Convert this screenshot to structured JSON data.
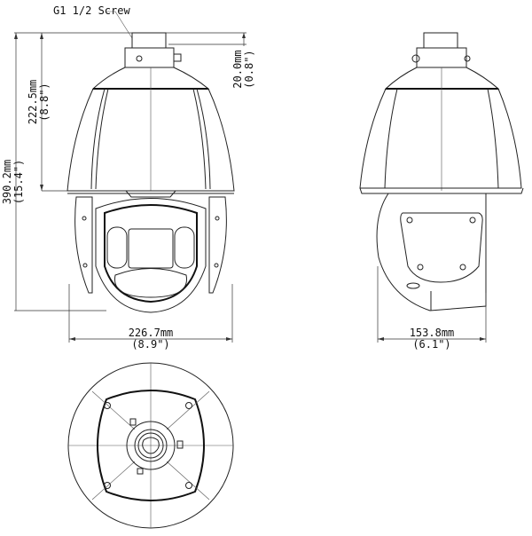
{
  "diagram": {
    "callout": {
      "screw_label": "G1 1/2 Screw"
    },
    "front_view": {
      "height_total": {
        "mm": "390.2mm",
        "inch": "(15.4\")"
      },
      "height_upper": {
        "mm": "222.5mm",
        "inch": "(8.8\")"
      },
      "mount_height": {
        "mm": "20.0mm",
        "inch": "(0.8\")"
      },
      "width": {
        "mm": "226.7mm",
        "inch": "(8.9\")"
      }
    },
    "side_view": {
      "depth": {
        "mm": "153.8mm",
        "inch": "(6.1\")"
      }
    },
    "bottom_view": {
      "label": ""
    }
  }
}
